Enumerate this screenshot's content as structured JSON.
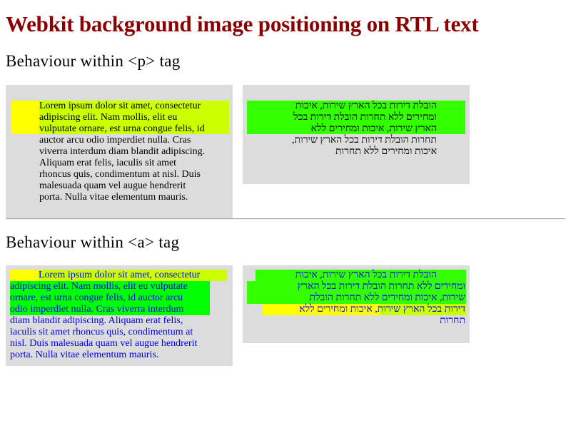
{
  "page": {
    "title": "Webkit background image positioning on RTL text"
  },
  "section_p": {
    "heading": "Behaviour within <p> tag",
    "ltr_lines": [
      "Lorem ipsum dolor sit amet, consectetur",
      "adipiscing elit. Nam mollis, elit eu",
      "vulputate ornare, est urna congue felis, id",
      "auctor arcu odio imperdiet nulla. Cras",
      "viverra interdum diam blandit adipiscing.",
      "Aliquam erat felis, iaculis sit amet",
      "rhoncus quis, condimentum at nisl. Duis",
      "malesuada quam vel augue hendrerit",
      "porta. Nulla vitae elementum mauris."
    ],
    "rtl_lines": [
      "הובלת דירות בכל הארץ שירות, איכות",
      "ומחירים ללא תחרות הובלת דירות בכל",
      "הארץ שירות, איכות ומחירים ללא",
      "תחרות הובלת דירות בכל הארץ שירות,",
      "איכות ומחירים ללא תחרות"
    ]
  },
  "section_a": {
    "heading": "Behaviour within <a> tag",
    "ltr_lines": [
      "Lorem ipsum dolor sit amet, consectetur",
      "adipiscing elit. Nam mollis, elit eu vulputate",
      "ornare, est urna congue felis, id auctor arcu",
      "odio imperdiet nulla. Cras viverra interdum",
      "diam blandit adipiscing. Aliquam erat felis,",
      "iaculis sit amet rhoncus quis, condimentum at",
      "nisl. Duis malesuada quam vel augue hendrerit",
      "porta. Nulla vitae elementum mauris."
    ],
    "rtl_lines": [
      "הובלת דירות בכל הארץ שירות, איכות",
      "ומחירים ללא תחרות הובלת דירות בכל הארץ",
      "שירות, איכות ומחירים ללא תחרות הובלת",
      "דירות בכל הארץ שירות, איכות ומחירים ללא",
      "תחרות"
    ]
  },
  "colors": {
    "title": "#8b0000",
    "box_background": "#dcdcdc",
    "gradient_yellow": "#ffff00",
    "gradient_lime": "#ccff00",
    "gradient_green": "#00ff00",
    "link": "#0000ee"
  }
}
